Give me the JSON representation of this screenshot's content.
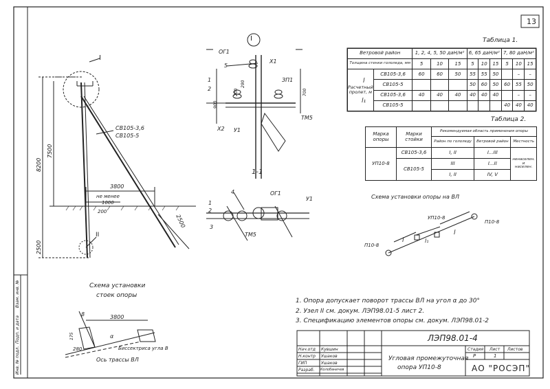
{
  "sheet_number": "13",
  "table1": {
    "title": "Таблица 1.",
    "col_wind": "Ветровой район",
    "wind_values": [
      "1, 2, 4, 5, 50 даН/м²",
      "6, 65 даН/м²",
      "7, 80 даН/м²"
    ],
    "ice_label": "Толщина стенки гололеда, мм",
    "ice_values": [
      "5",
      "10",
      "15",
      "5",
      "10",
      "15",
      "5",
      "10",
      "15"
    ],
    "span_label": "Расчетный пролет, м",
    "l_symbol": "l",
    "l1_symbol": "l₁",
    "rows": [
      {
        "post": "СВ105-3,6",
        "values": [
          "60",
          "60",
          "50",
          "55",
          "55",
          "50",
          "",
          "–",
          "–"
        ]
      },
      {
        "post": "СВ105-5",
        "values": [
          "",
          "",
          "",
          "50",
          "60",
          "50",
          "60",
          "55",
          "50"
        ]
      },
      {
        "post": "СВ105-3,6",
        "values": [
          "40",
          "40",
          "40",
          "40",
          "40",
          "40",
          "",
          "–",
          "–"
        ]
      },
      {
        "post": "СВ105-5",
        "values": [
          "",
          "",
          "",
          "",
          "",
          "",
          "40",
          "40",
          "40"
        ]
      }
    ]
  },
  "table2": {
    "title": "Таблица 2.",
    "h_brand": "Марка опоры",
    "h_post": "Марки стойки",
    "h_area": "Рекомендуемая область применения опоры",
    "h_ice": "Район по гололеду",
    "h_wind": "Ветровой район",
    "h_terrain": "Местность",
    "brand": "УП10-8",
    "rows": [
      {
        "post": "СВ105-3,6",
        "ice": "I, II",
        "wind": "I...III"
      },
      {
        "post": "СВ105-5",
        "ice": "III",
        "wind": "I...II"
      },
      {
        "post": "",
        "ice": "I, II",
        "wind": "IV, V"
      }
    ],
    "terrain": [
      "ненаселен.",
      "и",
      "населен."
    ]
  },
  "drawing": {
    "node_I": "I",
    "node_II": "II",
    "marker_I": "I",
    "height_total": "8200",
    "height_main": "7500",
    "strut_dist": "3800",
    "min_label": "не менее",
    "min_val": "1000",
    "depth": "2500",
    "strut_len": "2500",
    "small_dim": "200",
    "post_label_1": "СВ105-3,6",
    "post_label_2": "СВ105-5",
    "detail_labels": {
      "og1": "ОГ1",
      "x1": "Х1",
      "x2": "Х2",
      "zp1": "ЗП1",
      "u1": "У1",
      "tm5": "ТМ5",
      "n5": "5",
      "n1": "1",
      "n2": "2",
      "d700": "700",
      "d900": "900",
      "d290": "290",
      "d200": "200"
    },
    "section_label": "1-1",
    "section_marks": {
      "n1": "1",
      "n2": "2",
      "n3": "3",
      "n4": "4",
      "og1": "ОГ1",
      "u1": "У1",
      "tm5": "ТМ5"
    }
  },
  "scheme_line": {
    "title": "Схема установки опоры на ВЛ",
    "p1": "П10-8",
    "p2": "П10-8",
    "up": "УП10-8",
    "l": "l",
    "l1": "l₁"
  },
  "scheme_post": {
    "title_1": "Схема установки",
    "title_2": "стоек опоры",
    "dist": "3800",
    "beta": "β",
    "alpha": "α",
    "d175": "175",
    "d280": "280",
    "bisector": "Биссектриса угла В",
    "axis": "Ось трассы ВЛ"
  },
  "notes": [
    "1. Опора допускает поворот трассы ВЛ на угол α до 30°",
    "2. Узел II см. докум. ЛЭП98.01-5 лист 2.",
    "3. Спецификацию элементов опоры см. докум. ЛЭП98.01-2"
  ],
  "stamp": {
    "code": "ЛЭП98.01-4",
    "rows": [
      {
        "role": "Нач.отд",
        "name": "Кувшин"
      },
      {
        "role": "Н.контр",
        "name": "Ушаков"
      },
      {
        "role": "ГИП",
        "name": "Ушаков"
      },
      {
        "role": "Разраб.",
        "name": "Колобаничев"
      }
    ],
    "description_1": "Угловая промежуточная",
    "description_2": "опора УП10-8",
    "stage_label": "Стадия",
    "sheet_label": "Лист",
    "sheets_label": "Листов",
    "stage": "Р",
    "sheet": "1",
    "company": "АО \"РОСЭП\""
  },
  "side_stamp": [
    "Взам. инв. №",
    "Подп. и дата",
    "Инв. № подл."
  ]
}
